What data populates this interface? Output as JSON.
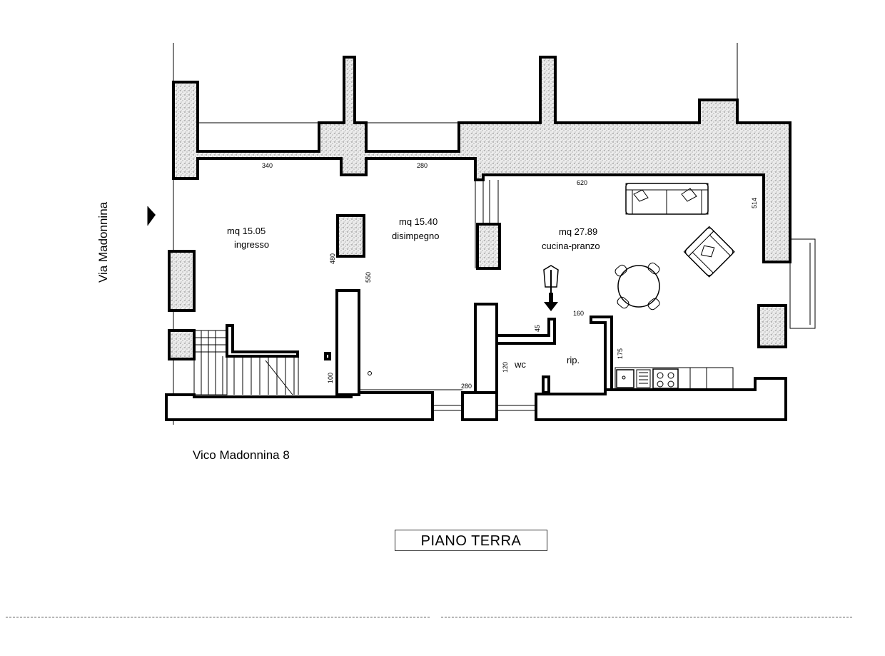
{
  "streets": {
    "west": "Via Madonnina",
    "south": "Vico Madonnina 8"
  },
  "title": "PIANO TERRA",
  "rooms": {
    "ingresso": {
      "area": "mq 15.05",
      "name": "ingresso"
    },
    "disimpegno": {
      "area": "mq 15.40",
      "name": "disimpegno"
    },
    "cucina": {
      "area": "mq 27.89",
      "name": "cucina-pranzo"
    },
    "wc": {
      "name": "wc"
    },
    "rip": {
      "name": "rip."
    }
  },
  "dimensions": {
    "d340": "340",
    "d280_top": "280",
    "d620": "620",
    "d514": "514",
    "d480": "480",
    "d550": "550",
    "d160": "160",
    "d45": "45",
    "d175": "175",
    "d120": "120",
    "d100": "100",
    "d280_bottom": "280"
  }
}
